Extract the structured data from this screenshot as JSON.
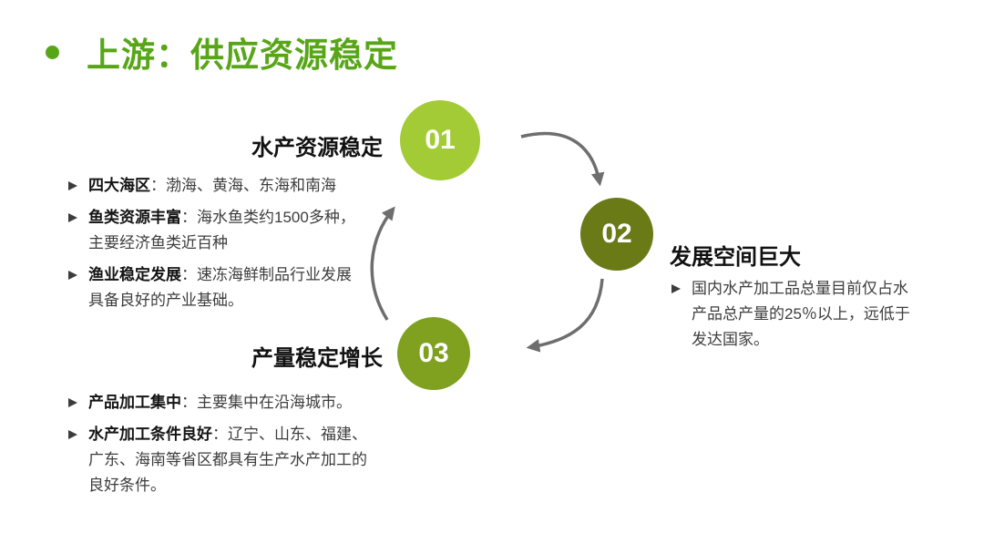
{
  "slide": {
    "title": "上游：供应资源稳定"
  },
  "colors": {
    "title_green": "#58a618",
    "circle_01": "#a3cb36",
    "circle_02": "#697a17",
    "circle_03": "#7fa11f",
    "arrow_gray": "#6e6e6e"
  },
  "sections": [
    {
      "number": "01",
      "heading": "水产资源稳定",
      "bullets": [
        {
          "label": "四大海区",
          "text": "：渤海、黄海、东海和南海"
        },
        {
          "label": "鱼类资源丰富",
          "text": "：海水鱼类约1500多种，主要经济鱼类近百种"
        },
        {
          "label": "渔业稳定发展",
          "text": "：速冻海鲜制品行业发展具备良好的产业基础。"
        }
      ]
    },
    {
      "number": "02",
      "heading": "发展空间巨大",
      "bullets": [
        {
          "label": "",
          "text": "国内水产加工品总量目前仅占水产品总产量的25％以上，远低于发达国家。"
        }
      ]
    },
    {
      "number": "03",
      "heading": "产量稳定增长",
      "bullets": [
        {
          "label": "产品加工集中",
          "text": "：主要集中在沿海城市。"
        },
        {
          "label": "水产加工条件良好",
          "text": "：辽宁、山东、福建、广东、海南等省区都具有生产水产加工的良好条件。"
        }
      ]
    }
  ]
}
